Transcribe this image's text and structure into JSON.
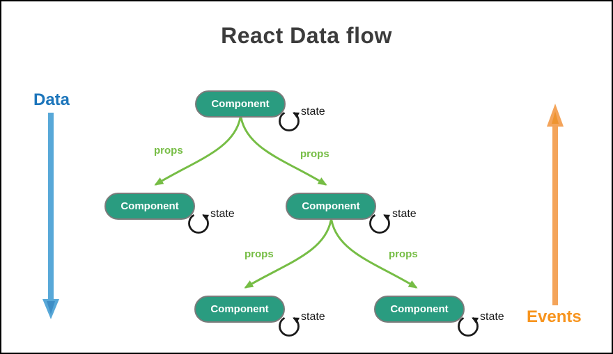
{
  "title": "React Data flow",
  "legend": {
    "data_label": "Data",
    "events_label": "Events"
  },
  "nodes": [
    {
      "id": "root",
      "label": "Component",
      "state_label": "state"
    },
    {
      "id": "child-left",
      "label": "Component",
      "state_label": "state"
    },
    {
      "id": "child-right",
      "label": "Component",
      "state_label": "state"
    },
    {
      "id": "grandchild-left",
      "label": "Component",
      "state_label": "state"
    },
    {
      "id": "grandchild-right",
      "label": "Component",
      "state_label": "state"
    }
  ],
  "edges": [
    {
      "from": "root",
      "to": "child-left",
      "label": "props"
    },
    {
      "from": "root",
      "to": "child-right",
      "label": "props"
    },
    {
      "from": "child-right",
      "to": "grandchild-left",
      "label": "props"
    },
    {
      "from": "child-right",
      "to": "grandchild-right",
      "label": "props"
    }
  ],
  "colors": {
    "node_fill": "#2a9c80",
    "node_border": "#7b7b7b",
    "node_text": "#ffffff",
    "props_green": "#76bd45",
    "data_label_blue": "#1c75bb",
    "data_arrow_blue": "#58a8d8",
    "events_label_orange": "#f7941e",
    "events_arrow_orange": "#f4a45a",
    "title_color": "#3c3c3c",
    "state_black": "#1a1a1a"
  }
}
